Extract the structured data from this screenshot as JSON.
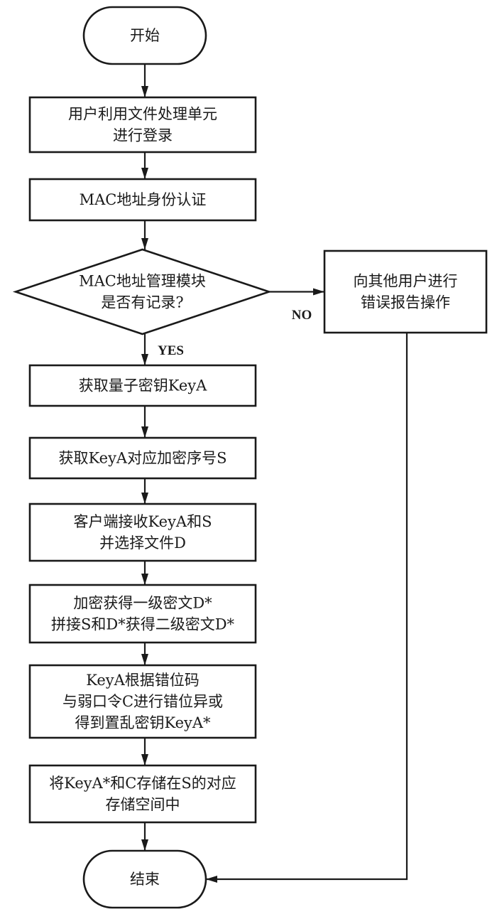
{
  "diagram": {
    "type": "flowchart",
    "colors": {
      "stroke": "#1a1a1a",
      "fill": "#ffffff",
      "text": "#1a1a1a"
    },
    "nodes": [
      {
        "id": "start",
        "shape": "terminator",
        "lines": [
          "开始"
        ]
      },
      {
        "id": "login",
        "shape": "process",
        "lines": [
          "用户利用文件处理单元",
          "进行登录"
        ]
      },
      {
        "id": "mac_auth",
        "shape": "process",
        "lines": [
          "MAC地址身份认证"
        ]
      },
      {
        "id": "mac_check",
        "shape": "decision",
        "lines": [
          "MAC地址管理模块",
          "是否有记录?"
        ]
      },
      {
        "id": "error_report",
        "shape": "process",
        "lines": [
          "向其他用户进行",
          "错误报告操作"
        ]
      },
      {
        "id": "get_key",
        "shape": "process",
        "lines": [
          "获取量子密钥KeyA"
        ]
      },
      {
        "id": "get_seq",
        "shape": "process",
        "lines": [
          "获取KeyA对应加密序号S"
        ]
      },
      {
        "id": "client_recv",
        "shape": "process",
        "lines": [
          "客户端接收KeyA和S",
          "并选择文件D"
        ]
      },
      {
        "id": "encrypt",
        "shape": "process",
        "lines": [
          "加密获得一级密文D*",
          "拼接S和D*获得二级密文D*"
        ]
      },
      {
        "id": "scramble",
        "shape": "process",
        "lines": [
          "KeyA根据错位码",
          "与弱口令C进行错位异或",
          "得到置乱密钥KeyA*"
        ]
      },
      {
        "id": "store",
        "shape": "process",
        "lines": [
          "将KeyA*和C存储在S的对应",
          "存储空间中"
        ]
      },
      {
        "id": "end",
        "shape": "terminator",
        "lines": [
          "结束"
        ]
      }
    ],
    "edges": [
      {
        "from": "start",
        "to": "login",
        "label": ""
      },
      {
        "from": "login",
        "to": "mac_auth",
        "label": ""
      },
      {
        "from": "mac_auth",
        "to": "mac_check",
        "label": ""
      },
      {
        "from": "mac_check",
        "to": "error_report",
        "label": "NO"
      },
      {
        "from": "mac_check",
        "to": "get_key",
        "label": "YES"
      },
      {
        "from": "get_key",
        "to": "get_seq",
        "label": ""
      },
      {
        "from": "get_seq",
        "to": "client_recv",
        "label": ""
      },
      {
        "from": "client_recv",
        "to": "encrypt",
        "label": ""
      },
      {
        "from": "encrypt",
        "to": "scramble",
        "label": ""
      },
      {
        "from": "scramble",
        "to": "store",
        "label": ""
      },
      {
        "from": "store",
        "to": "end",
        "label": ""
      },
      {
        "from": "error_report",
        "to": "end",
        "label": ""
      }
    ]
  }
}
